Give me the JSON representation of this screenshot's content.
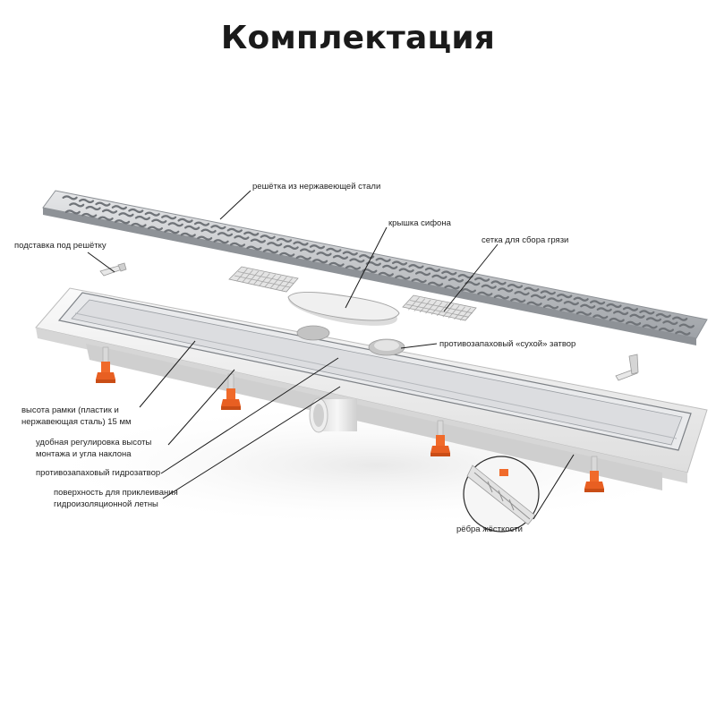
{
  "title": "Комплектация",
  "labels": {
    "grate": "решётка из нержавеющей стали",
    "grate_support": "подставка под решётку",
    "siphon_cover": "крышка сифона",
    "dirt_mesh": "сетка для сбора грязи",
    "dry_trap": "противозапаховый «сухой» затвор",
    "frame_height_1": "высота рамки (пластик и",
    "frame_height_2": "нержавеющая сталь) 15 мм",
    "adjust_1": "удобная регулировка высоты",
    "adjust_2": "монтажа и угла наклона",
    "water_trap": "противозапаховый гидрозатвор",
    "surface_1": "поверхность для приклеивания",
    "surface_2": "гидроизоляционной летны",
    "ribs": "рёбра жёсткости"
  },
  "colors": {
    "steel": "#c7c9cc",
    "steel_dark": "#8e9297",
    "plastic": "#f2f2f2",
    "plastic_shadow": "#d8d8d8",
    "foot_orange": "#f06a2a",
    "foot_dark": "#c94d16"
  }
}
